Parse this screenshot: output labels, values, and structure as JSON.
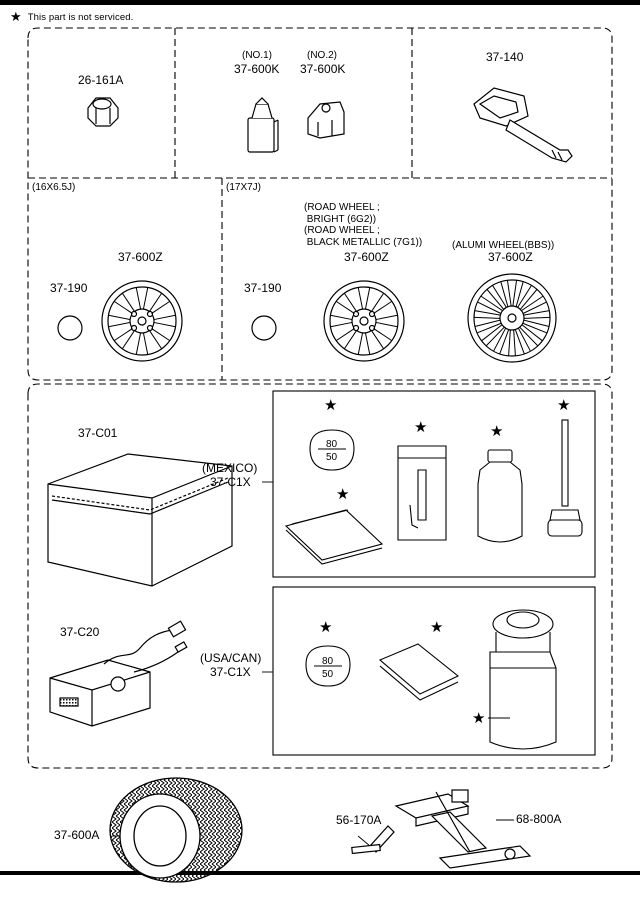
{
  "note": {
    "star": "★",
    "text": "This part is not serviced."
  },
  "top_section": {
    "nut": "26-161A",
    "valve_no1": "(NO.1)",
    "valve_no2": "(NO.2)",
    "valve_part1": "37-600K",
    "valve_part2": "37-600K",
    "tpms": "37-140"
  },
  "wheel_section": {
    "size_16": "(16X6.5J)",
    "size_17": "(17X7J)",
    "cap_16": "37-190",
    "wheel_16": "37-600Z",
    "cap_17": "37-190",
    "road_wheel_note": "(ROAD WHEEL ;\n BRIGHT (6G2))\n(ROAD WHEEL ;\n BLACK METALLIC (7G1))",
    "wheel_17a": "37-600Z",
    "alumi_note": "(ALUMI WHEEL(BBS))",
    "wheel_17b": "37-600Z"
  },
  "kit_section": {
    "box": "37-C01",
    "mexico_region": "(MEXICO)",
    "mexico_kit": "37-C1X",
    "compressor": "37-C20",
    "usa_region": "(USA/CAN)",
    "usa_kit": "37-C1X",
    "sticker_top": "80",
    "sticker_bottom": "50",
    "star": "★"
  },
  "bottom_section": {
    "tire": "37-600A",
    "jack_handle": "56-170A",
    "jack": "68-800A"
  }
}
